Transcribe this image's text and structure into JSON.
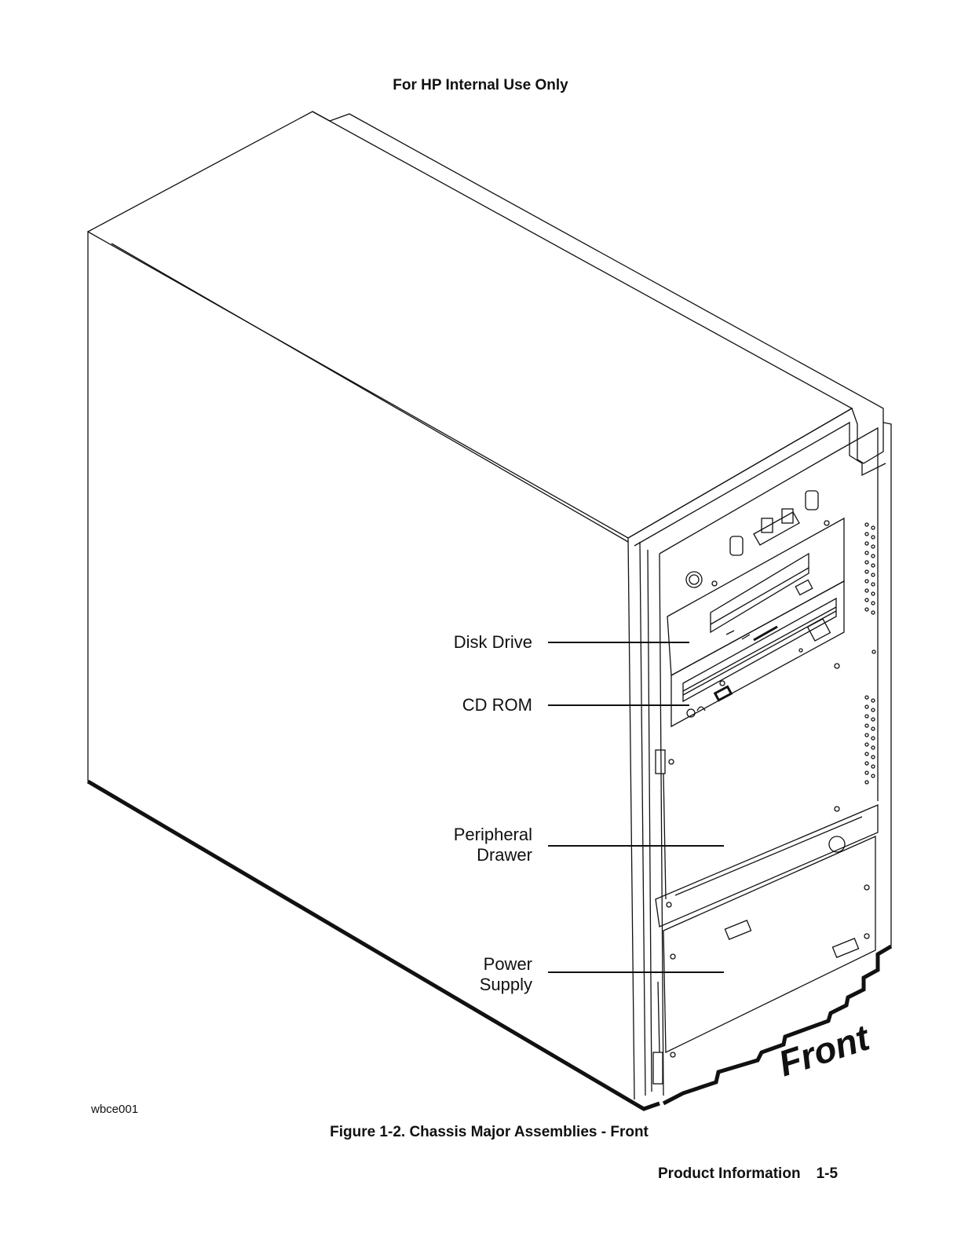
{
  "header": {
    "text": "For HP Internal Use Only"
  },
  "figure": {
    "callouts": [
      {
        "lines": [
          "Disk Drive"
        ]
      },
      {
        "lines": [
          "CD ROM"
        ]
      },
      {
        "lines": [
          "Peripheral",
          "Drawer"
        ]
      },
      {
        "lines": [
          "Power",
          "Supply"
        ]
      }
    ],
    "front_label": "Front",
    "figure_code": "wbce001",
    "caption": "Figure 1-2. Chassis Major Assemblies - Front"
  },
  "footer": {
    "section": "Product Information",
    "page": "1-5"
  }
}
